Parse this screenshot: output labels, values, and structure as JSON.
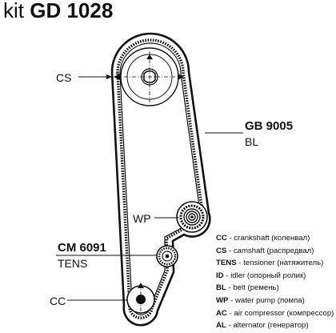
{
  "title": {
    "prefix": "kit",
    "code": "GD 1028"
  },
  "labels": {
    "cs": "CS",
    "belt_code": "GB 9005",
    "belt_type": "BL",
    "wp": "WP",
    "tensioner_code": "CM 6091",
    "tensioner_type": "TENS",
    "cc": "CC"
  },
  "legend": [
    {
      "code": "CC",
      "text": " - crankshaft (коленвал)"
    },
    {
      "code": "CS",
      "text": " - camshaft (распредвал)"
    },
    {
      "code": "TENS",
      "text": " - tensioner (натяжитель)"
    },
    {
      "code": "ID",
      "text": " - idler (опорный ролик)"
    },
    {
      "code": "BL",
      "text": " - belt (ремень)"
    },
    {
      "code": "WP",
      "text": " - water pump (помпа)"
    },
    {
      "code": "AC",
      "text": " - air compressor (компрессор)"
    },
    {
      "code": "AL",
      "text": " - alternator (генератор)"
    }
  ],
  "colors": {
    "ink": "#111111",
    "paper": "#ffffff"
  }
}
